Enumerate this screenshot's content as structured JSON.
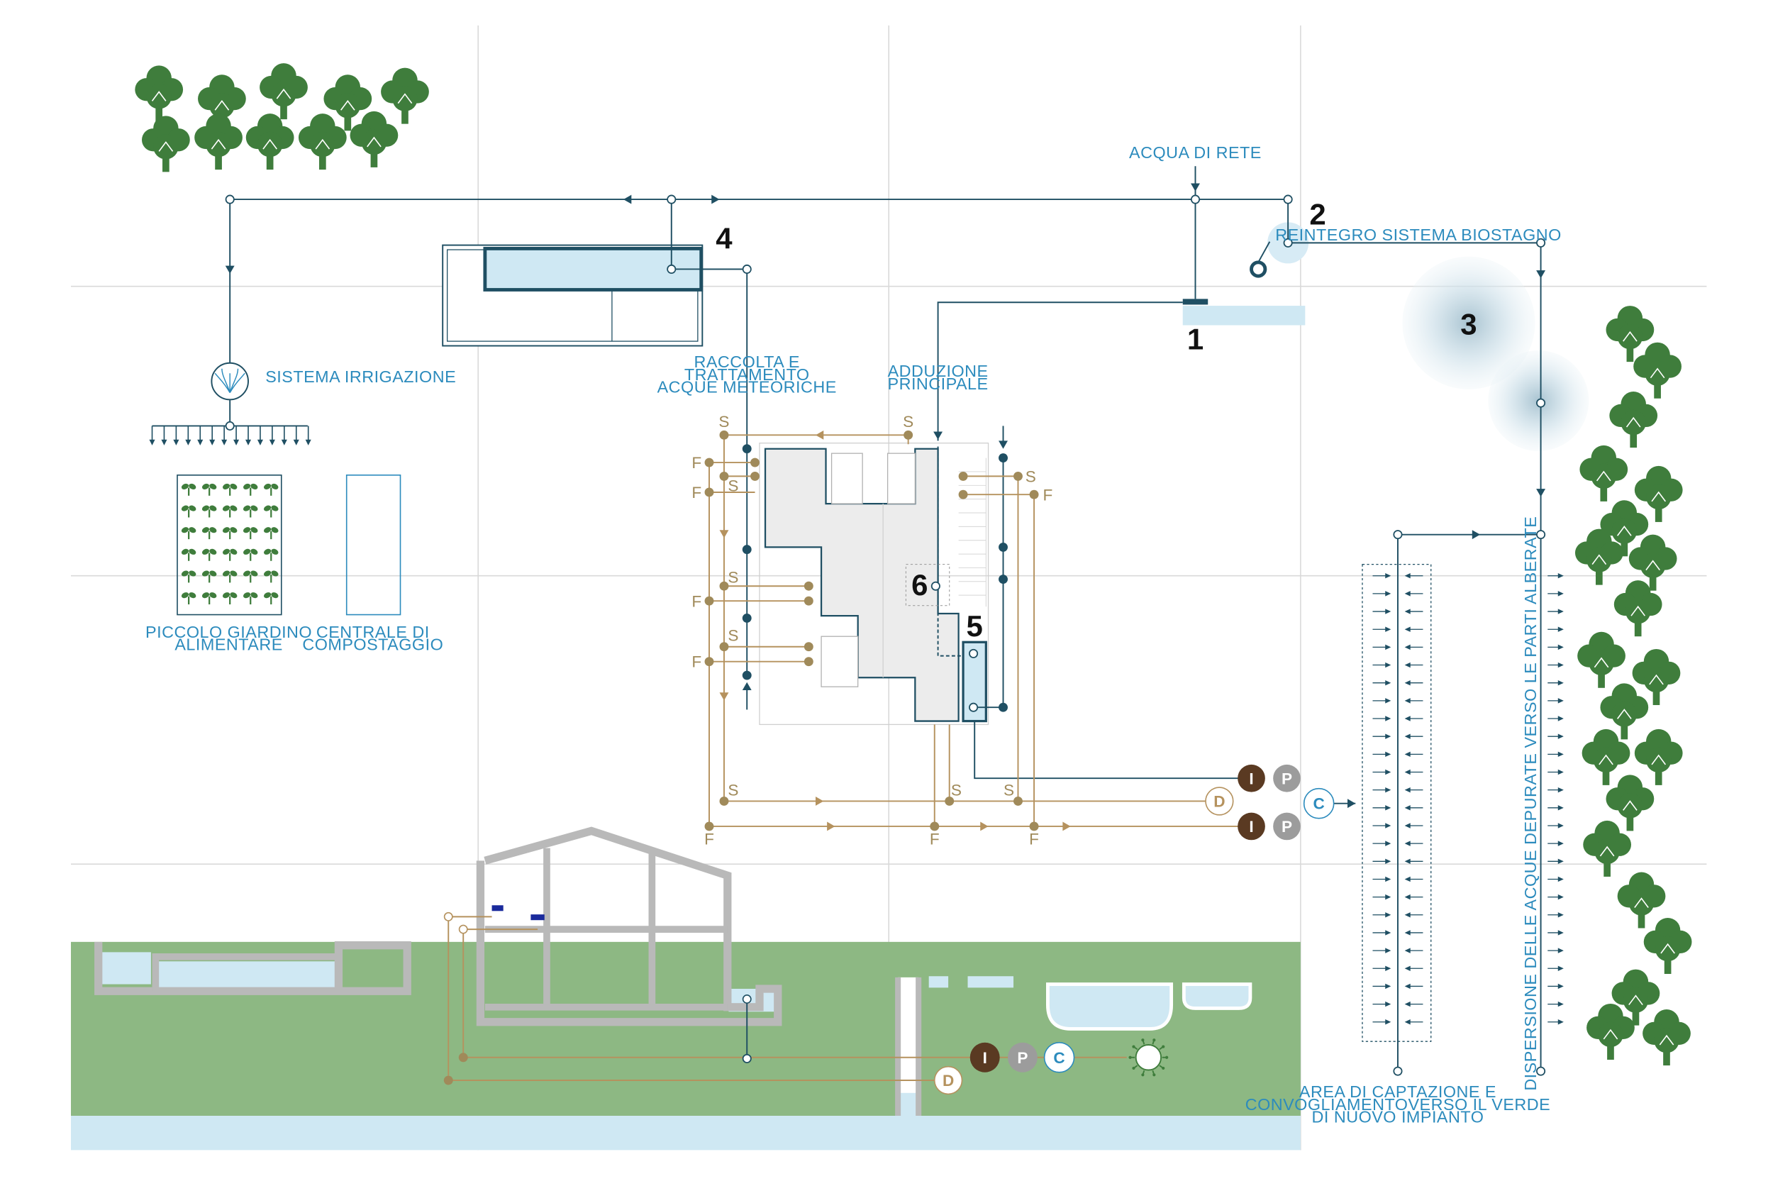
{
  "colors": {
    "dark_line": "#1f4f63",
    "tan_line": "#b5925e",
    "tan_node": "#a08a5a",
    "light_blue": "#cfe8f3",
    "label_blue": "#2c8bbd",
    "ground_green": "#8db883",
    "tree_green": "#3f7d3c",
    "building_gray": "#b9b9b9",
    "floor_gray": "#ececec",
    "brown": "#5a3a22",
    "gray": "#9c9c9c"
  },
  "labels": {
    "acqua_di_rete": "ACQUA DI RETE",
    "reintegro": "REINTEGRO SISTEMA BIOSTAGNO",
    "sistema_irrigazione": "SISTEMA IRRIGAZIONE",
    "raccolta": [
      "RACCOLTA E",
      "TRATTAMENTO",
      "ACQUE METEORICHE"
    ],
    "adduzione": [
      "ADDUZIONE",
      "PRINCIPALE"
    ],
    "giardino": [
      "PICCOLO GIARDINO",
      "ALIMENTARE"
    ],
    "compostaggio": [
      "CENTRALE DI",
      "COMPOSTAGGIO"
    ],
    "captazione": [
      "AREA DI CAPTAZIONE E",
      "CONVOGLIAMENTOVERSO IL VERDE",
      "DI NUOVO IMPIANTO"
    ],
    "dispersione": "DISPERSIONE DELLE ACQUE DEPURATE VERSO LE PARTI ALBERATE"
  },
  "numbers": [
    "1",
    "2",
    "3",
    "4",
    "5",
    "6"
  ],
  "pipe_letters": {
    "s": "S",
    "f": "F"
  },
  "badges": {
    "i": "I",
    "p": "P",
    "c": "C",
    "d": "D"
  }
}
